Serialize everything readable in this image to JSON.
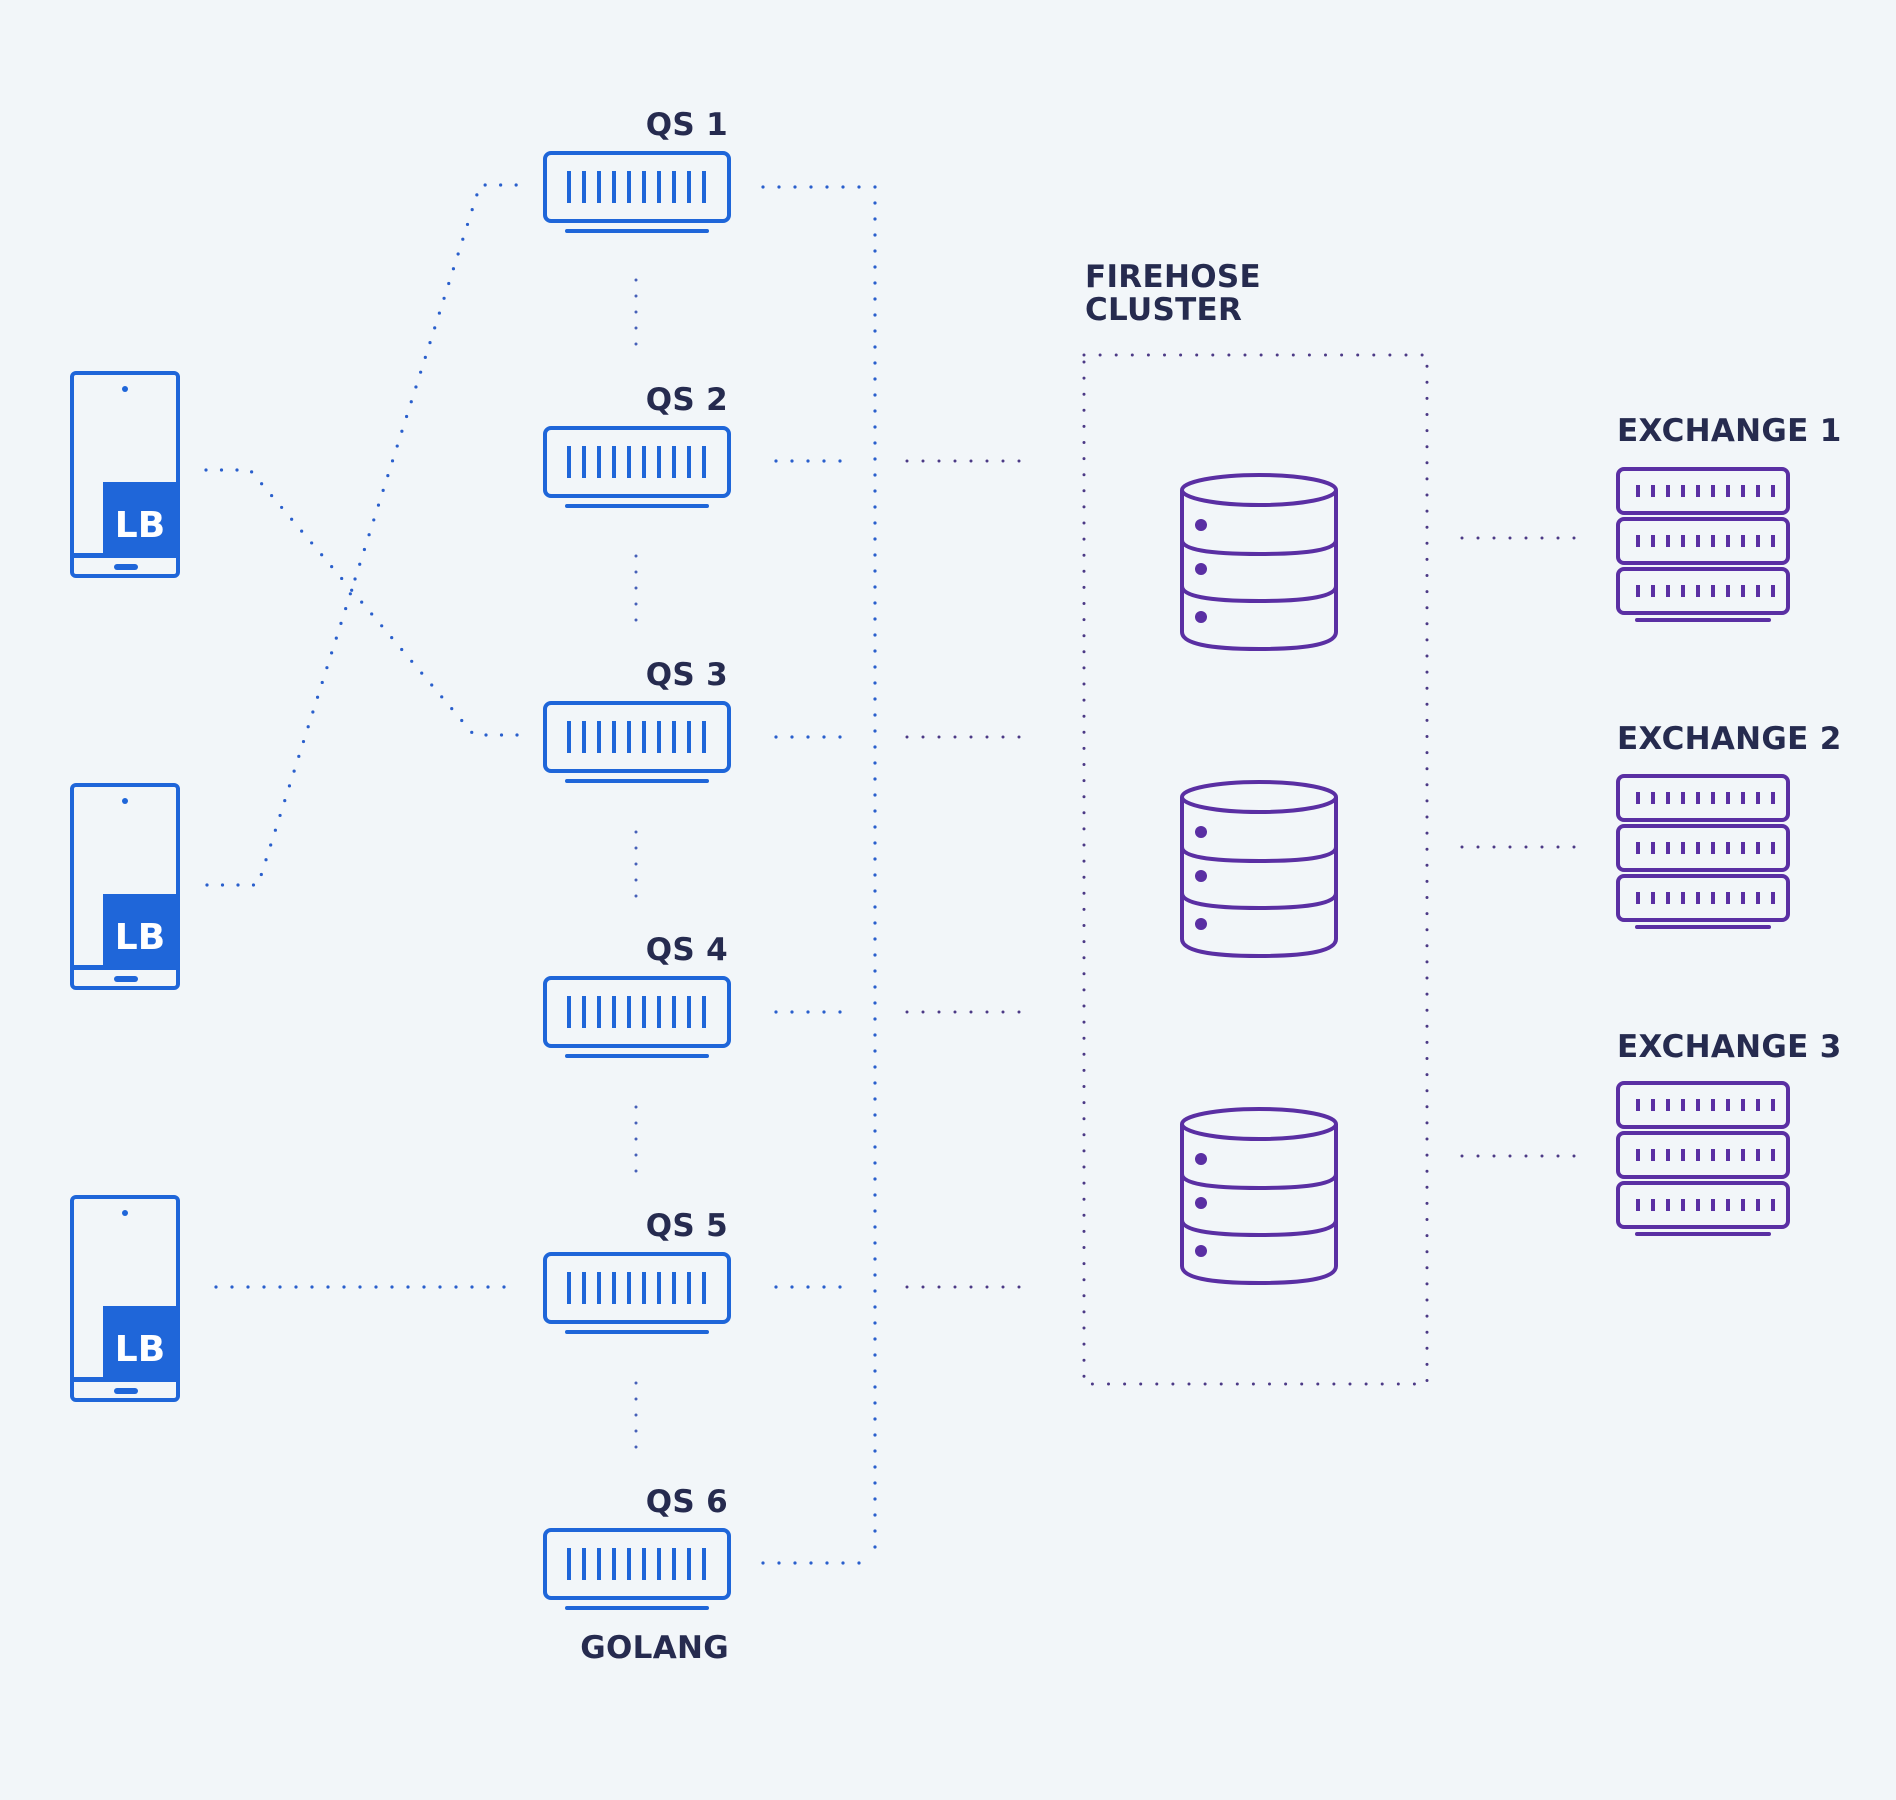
{
  "colors": {
    "background": "#f2f6f9",
    "blue": "#1f66d9",
    "purple": "#5a2fa3",
    "dot_blue": "#2a5fcc",
    "dot_purple": "#4c3a86",
    "label": "#262b4f"
  },
  "clients": [
    {
      "label": "LB",
      "icon": "mobile-phone-icon"
    },
    {
      "label": "LB",
      "icon": "mobile-phone-icon"
    },
    {
      "label": "LB",
      "icon": "mobile-phone-icon"
    }
  ],
  "query_servers": [
    {
      "label": "QS 1",
      "icon": "server-icon"
    },
    {
      "label": "QS 2",
      "icon": "server-icon"
    },
    {
      "label": "QS 3",
      "icon": "server-icon"
    },
    {
      "label": "QS 4",
      "icon": "server-icon"
    },
    {
      "label": "QS 5",
      "icon": "server-icon"
    },
    {
      "label": "QS 6",
      "icon": "server-icon"
    }
  ],
  "query_server_caption": "GOLANG",
  "cluster": {
    "title_line1": "FIREHOSE",
    "title_line2": "CLUSTER",
    "databases": [
      {
        "icon": "database-icon"
      },
      {
        "icon": "database-icon"
      },
      {
        "icon": "database-icon"
      }
    ]
  },
  "exchanges": [
    {
      "label": "EXCHANGE 1",
      "icon": "server-rack-icon"
    },
    {
      "label": "EXCHANGE 2",
      "icon": "server-rack-icon"
    },
    {
      "label": "EXCHANGE 3",
      "icon": "server-rack-icon"
    }
  ],
  "connections": [
    {
      "from": "client-1",
      "to": "QS 3"
    },
    {
      "from": "client-2",
      "to": "QS 1"
    },
    {
      "from": "client-3",
      "to": "QS 5"
    },
    {
      "from": "QS 1..QS 6",
      "to": "firehose-cluster"
    },
    {
      "from": "firehose-cluster",
      "to": "EXCHANGE 1"
    },
    {
      "from": "firehose-cluster",
      "to": "EXCHANGE 2"
    },
    {
      "from": "firehose-cluster",
      "to": "EXCHANGE 3"
    }
  ]
}
